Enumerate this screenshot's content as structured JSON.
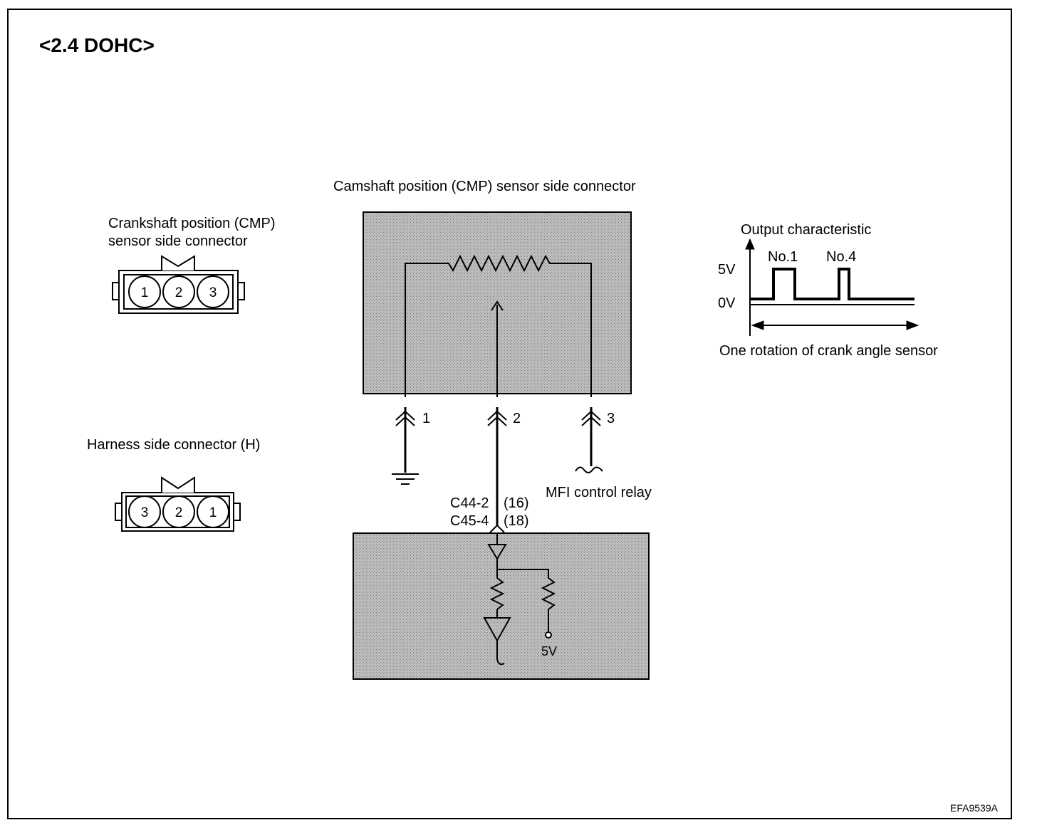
{
  "title": "<2.4 DOHC>",
  "cmp_connector_label": "Camshaft position (CMP) sensor side connector",
  "ckp_connector_label_line1": "Crankshaft position (CMP)",
  "ckp_connector_label_line2": "sensor side connector",
  "harness_connector_label": "Harness side connector (H)",
  "ckp_connector_pins": [
    "1",
    "2",
    "3"
  ],
  "harness_connector_pins": [
    "3",
    "2",
    "1"
  ],
  "terminals": [
    "1",
    "2",
    "3"
  ],
  "mfi_relay_label": "MFI control relay",
  "ecm_pin_a": "C44-2",
  "ecm_pin_a_num": "(16)",
  "ecm_pin_b": "C45-4",
  "ecm_pin_b_num": "(18)",
  "supply_voltage": "5V",
  "output": {
    "label": "Output characteristic",
    "high": "5V",
    "low": "0V",
    "pulse1": "No.1",
    "pulse2": "No.4",
    "caption": "One rotation of crank angle sensor"
  },
  "figure_code": "EFA9539A",
  "colors": {
    "line": "#000000",
    "shaded_box": "#b4b4b4",
    "background": "#ffffff"
  }
}
